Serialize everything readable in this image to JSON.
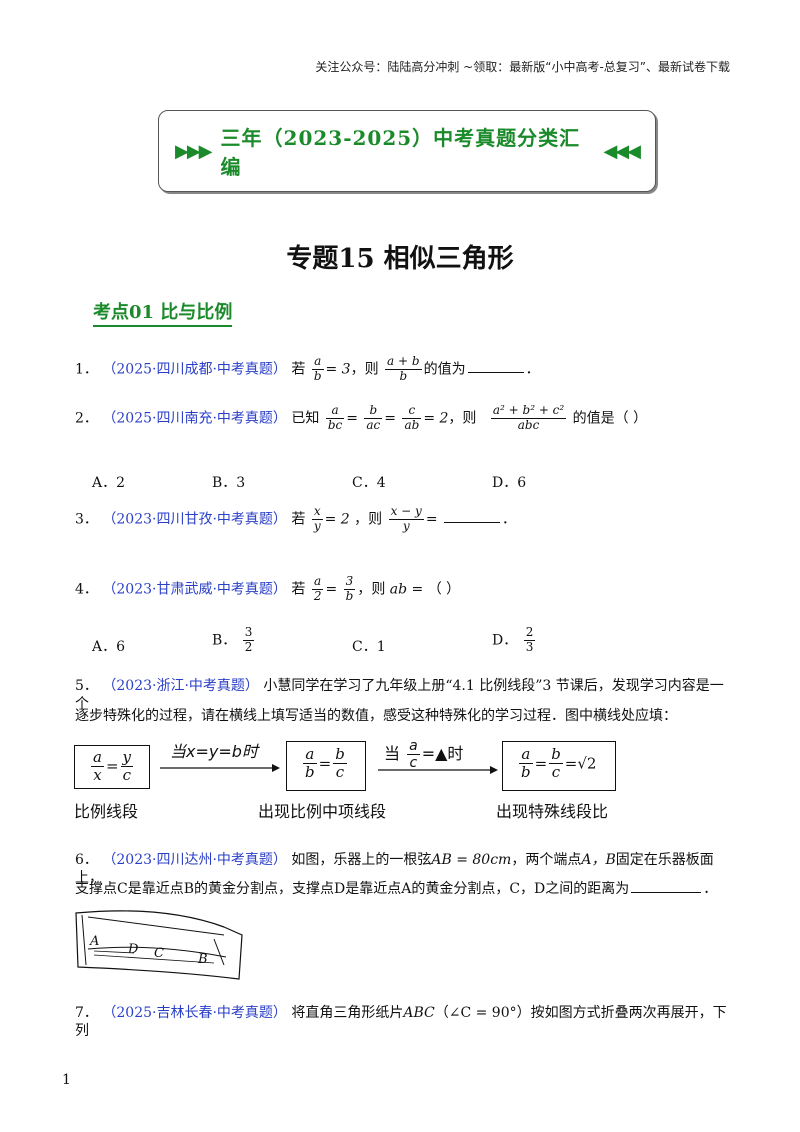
{
  "header_note": "关注公众号：陆陆高分冲刺 ~领取：最新版“小中高考-总复习”、最新试卷下载",
  "banner": {
    "arrows_left": "▶▶▶",
    "text": "三年（2023-2025）中考真题分类汇编",
    "arrows_right": "◀◀◀"
  },
  "title": "专题15  相似三角形",
  "section": "考点01  比与比例",
  "q1": {
    "num": "1．",
    "src": "（2025·四川成都·中考真题）",
    "pre": "若",
    "mid": "，则",
    "post": "的值为",
    "end": "．"
  },
  "q2": {
    "num": "2．",
    "src": "（2025·四川南充·中考真题）",
    "pre": "已知",
    "mid": "，则",
    "post": "的值是（    ）",
    "options": [
      "A．2",
      "B．3",
      "C．4",
      "D．6"
    ]
  },
  "q3": {
    "num": "3．",
    "src": "（2023·四川甘孜·中考真题）",
    "pre": "若",
    "mid": "，则",
    "eq": "=",
    "end": "．"
  },
  "q4": {
    "num": "4．",
    "src": "（2023·甘肃武威·中考真题）",
    "pre": "若",
    "mid": "，则",
    "ab": "ab =",
    "post": "（    ）",
    "options": [
      "A．6",
      "B．",
      "C．1",
      "D．"
    ]
  },
  "q5": {
    "num": "5．",
    "src": "（2023·浙江·中考真题）",
    "line1": "小慧同学在学习了九年级上册“4.1 比例线段”3 节课后，发现学习内容是一个",
    "line2": "逐步特殊化的过程，请在横线上填写适当的数值，感受这种特殊化的学习过程．图中横线处应填：",
    "diagram": {
      "label1": "比例线段",
      "label2": "出现比例中项线段",
      "label3": "出现特殊线段比",
      "arrow1": "当x=y=b时",
      "arrow2_pre": "当",
      "arrow2_post": "=▲时",
      "sqrt2": "√2"
    }
  },
  "q6": {
    "num": "6．",
    "src": "（2023·四川达州·中考真题）",
    "line1a": "如图，乐器上的一根弦",
    "ab80": "AB = 80cm",
    "line1b": "，两个端点",
    "ab": "A，B",
    "line1c": "固定在乐器板面上，",
    "line2": "支撑点C是靠近点B的黄金分割点，支撑点D是靠近点A的黄金分割点，C，D之间的距离为",
    "end": "．",
    "points": [
      "A",
      "D",
      "C",
      "B"
    ]
  },
  "q7": {
    "num": "7．",
    "src": "（2025·吉林长春·中考真题）",
    "text_a": "将直角三角形纸片",
    "abc": "ABC",
    "cond": "（∠C = 90°）",
    "text_b": "按如图方式折叠两次再展开，下列"
  },
  "page_number": "1"
}
